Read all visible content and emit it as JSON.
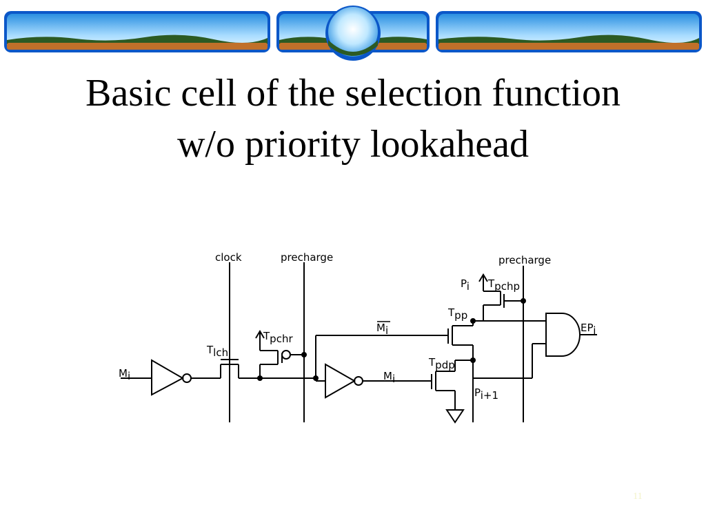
{
  "slide": {
    "title_line1": "Basic cell of the selection function",
    "title_line2": "w/o priority lookahead",
    "page_number": "11"
  },
  "diagram": {
    "labels": {
      "clock": "clock",
      "precharge_left": "precharge",
      "precharge_right": "precharge",
      "M_i_input": "M",
      "M_i_input_sub": "i",
      "T_lch": "T",
      "T_lch_sub": "lch",
      "T_pchr": "T",
      "T_pchr_sub": "pchr",
      "M_i_bar": "M",
      "M_i_bar_sub": "i",
      "M_i_prime": "M",
      "M_i_prime_sub": "i",
      "P_i": "P",
      "P_i_sub": "i",
      "T_pchp": "T",
      "T_pchp_sub": "pchp",
      "T_pp": "T",
      "T_pp_sub": "pp",
      "T_pdp": "T",
      "T_pdp_sub": "pdp",
      "P_i1": "P",
      "P_i1_sub": "i+1",
      "EP_i": "EP",
      "EP_i_sub": "i"
    }
  },
  "colors": {
    "sky_top": "#2a8fe0",
    "sky_bottom": "#cfeeff",
    "frame": "#0b57c8",
    "ground": "#c0702a",
    "trees": "#2c5a23",
    "page_number": "#f2f2c8"
  }
}
